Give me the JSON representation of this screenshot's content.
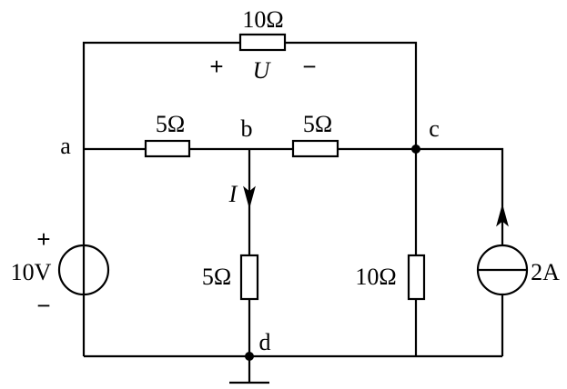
{
  "circuit": {
    "resistors": {
      "top": "10Ω",
      "ab": "5Ω",
      "bc": "5Ω",
      "bd": "5Ω",
      "cd": "10Ω"
    },
    "voltage_source": {
      "value": "10V",
      "plus": "+",
      "minus": "−"
    },
    "current_source": {
      "value": "2A"
    },
    "voltage_marker": {
      "plus": "+",
      "symbol": "U",
      "minus": "−"
    },
    "current_marker": {
      "symbol": "I"
    },
    "nodes": {
      "a": "a",
      "b": "b",
      "c": "c",
      "d": "d"
    }
  }
}
